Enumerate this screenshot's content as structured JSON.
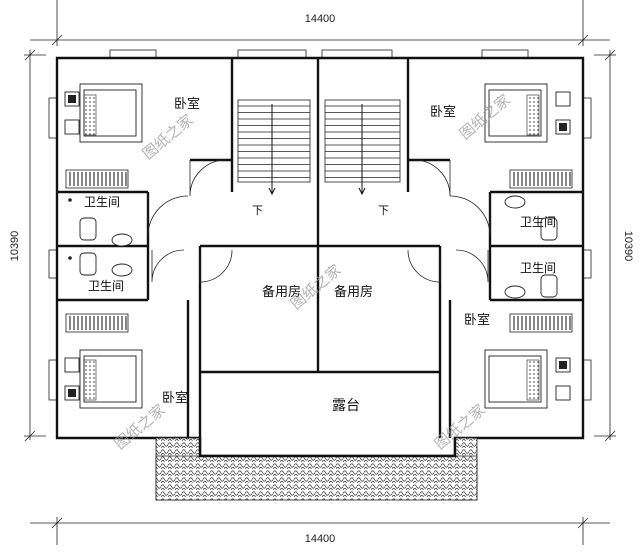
{
  "dimensions": {
    "top": "14400",
    "bottom": "14400",
    "left": "10390",
    "right": "10390"
  },
  "rooms": {
    "bedroom_top_left": "卧室",
    "bedroom_top_right": "卧室",
    "bedroom_bottom_left": "卧室",
    "bedroom_bottom_right": "卧室",
    "bath_upper_left": "卫生间",
    "bath_lower_left": "卫生间",
    "bath_upper_right": "卫生间",
    "bath_lower_right": "卫生间",
    "spare_room_left": "备用房",
    "spare_room_right": "备用房",
    "terrace": "露台"
  },
  "stairs": {
    "down_left": "下",
    "down_right": "下"
  },
  "watermark": "图纸之家"
}
